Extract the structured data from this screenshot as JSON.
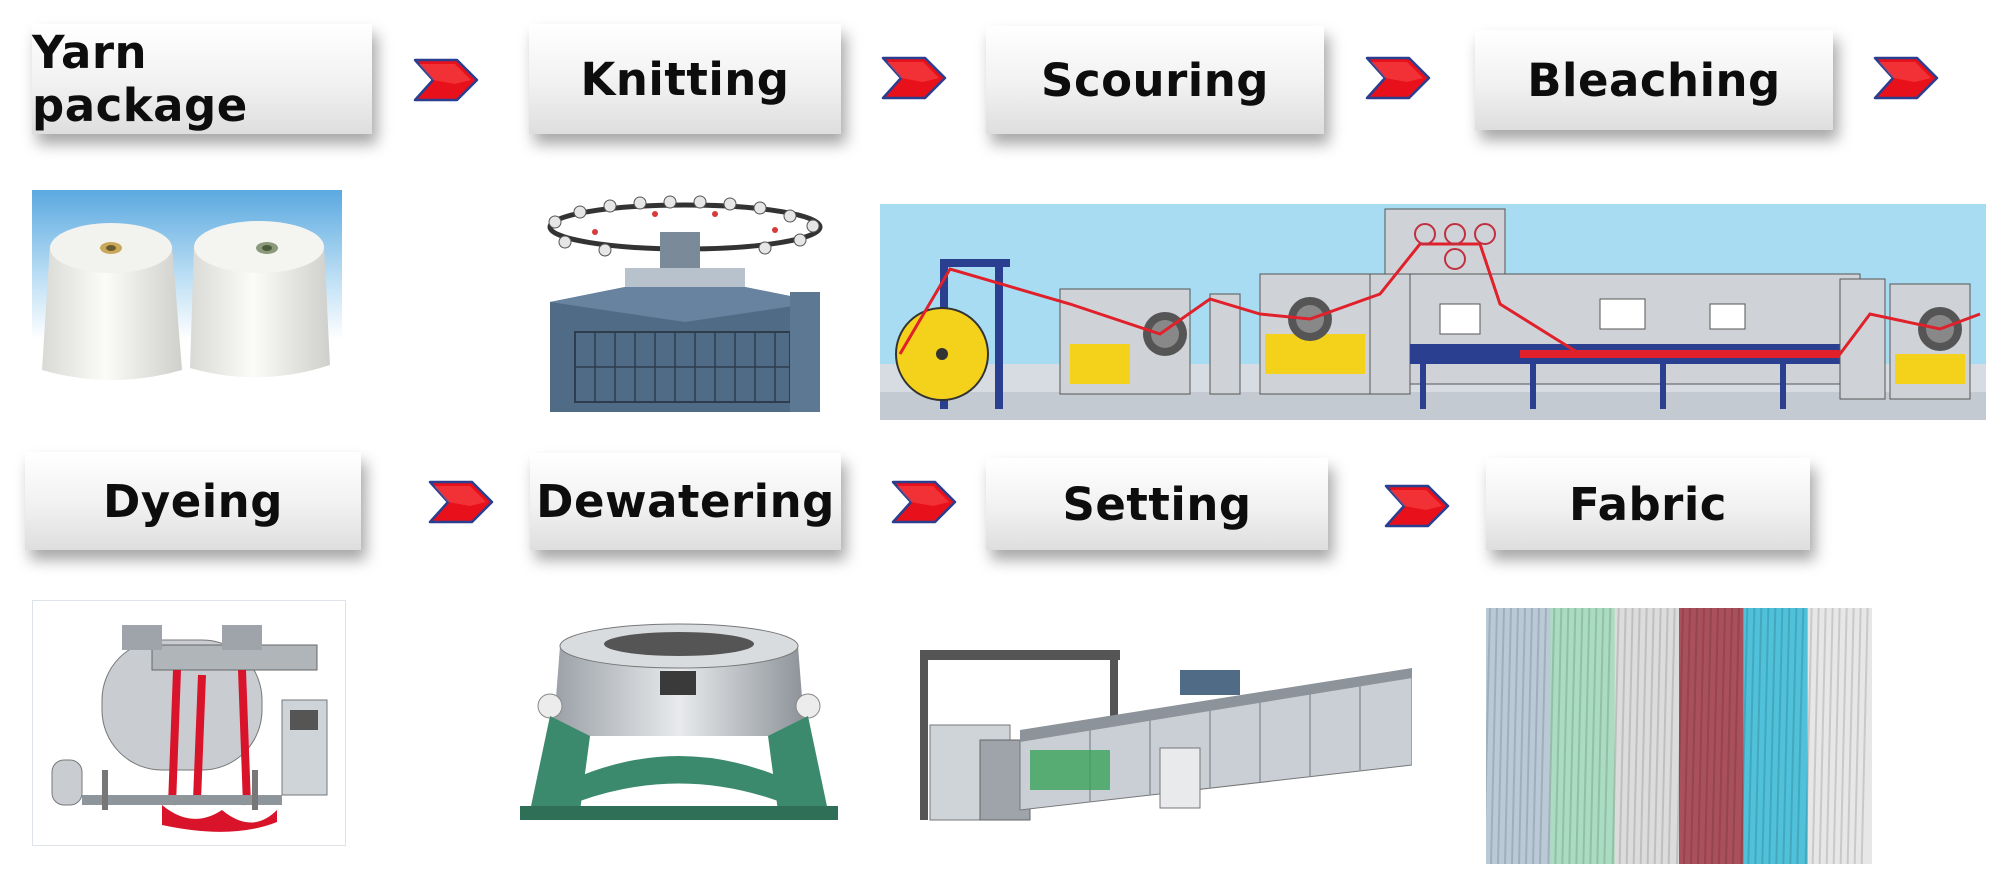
{
  "steps": [
    {
      "id": "yarn-package",
      "label": "Yarn package"
    },
    {
      "id": "knitting",
      "label": "Knitting"
    },
    {
      "id": "scouring",
      "label": "Scouring"
    },
    {
      "id": "bleaching",
      "label": "Bleaching"
    },
    {
      "id": "dyeing",
      "label": "Dyeing"
    },
    {
      "id": "dewatering",
      "label": "Dewatering"
    },
    {
      "id": "setting",
      "label": "Setting"
    },
    {
      "id": "fabric",
      "label": "Fabric"
    }
  ],
  "colors": {
    "arrow": "#e8101a",
    "arrow_edge": "#2a3f8f",
    "machine_blue": "#4f6b86",
    "machine_green": "#3c8a6e",
    "dye_red": "#d8132a",
    "sky": "#9fd7f1"
  },
  "fabric_swatches": [
    "#b9c9d6",
    "#a9dcc0",
    "#dcdcdc",
    "#a9505c",
    "#4fc1da",
    "#e7e7e7"
  ]
}
